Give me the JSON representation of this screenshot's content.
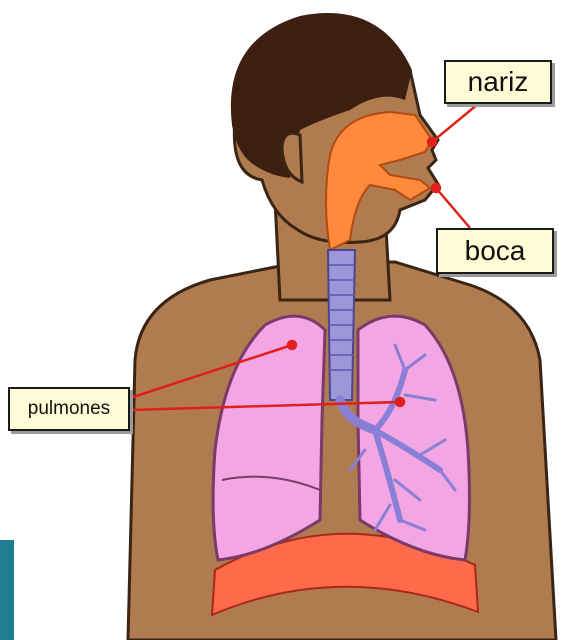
{
  "labels": {
    "nariz": "nariz",
    "boca": "boca",
    "pulmones": "pulmones"
  },
  "colors": {
    "skin": "#b07b4f",
    "skin_outline": "#3a2414",
    "hair": "#3d1f12",
    "airway": "#ff8a3d",
    "trachea": "#9d96d8",
    "lung": "#f4a6e4",
    "bronchi": "#8a7fd6",
    "diaphragm": "#ff6a4a",
    "pointer": "#e0201a",
    "label_bg": "#fffbd6"
  }
}
